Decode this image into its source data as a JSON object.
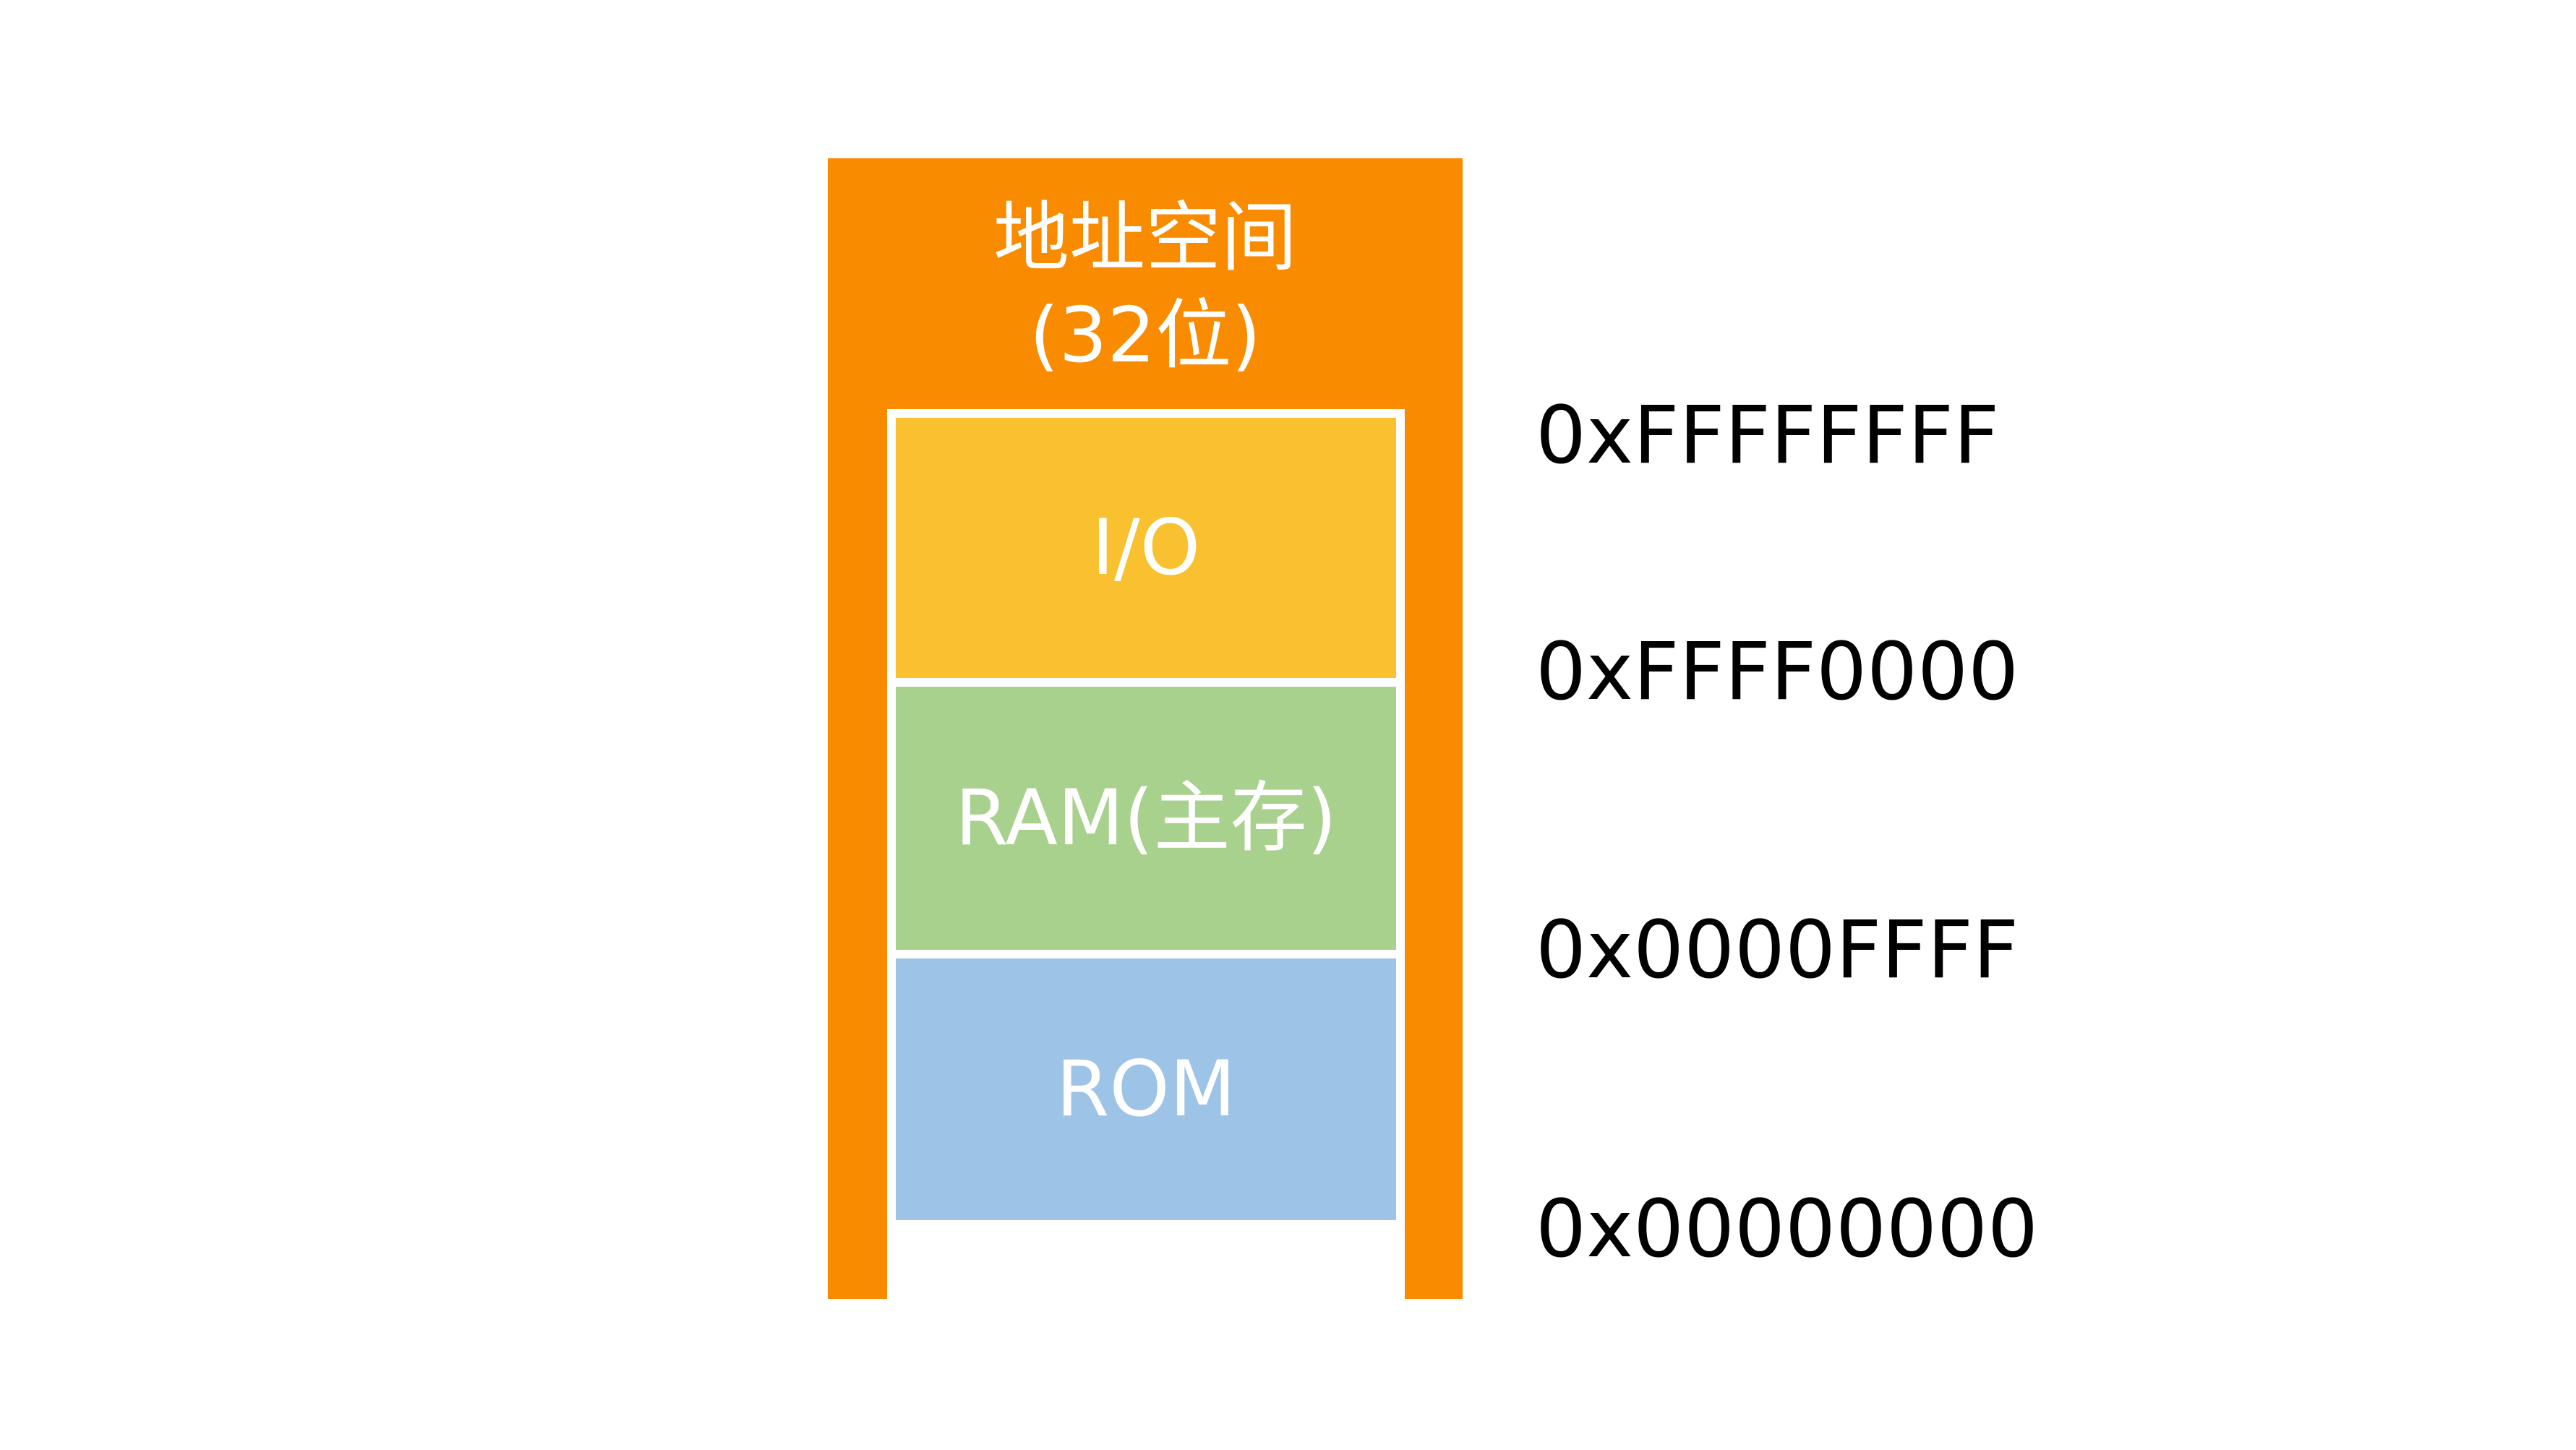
{
  "address_space": {
    "title_line_1": "地址空间",
    "title_line_2": "(32位)",
    "color": "#f98b00"
  },
  "regions": [
    {
      "label": "I/O",
      "color": "#f9c02f"
    },
    {
      "label": "RAM(主存)",
      "color": "#a9d18e"
    },
    {
      "label": "ROM",
      "color": "#9dc3e6"
    }
  ],
  "addresses": [
    "0xFFFFFFFF",
    "0xFFFF0000",
    "0x0000FFFF",
    "0x00000000"
  ]
}
